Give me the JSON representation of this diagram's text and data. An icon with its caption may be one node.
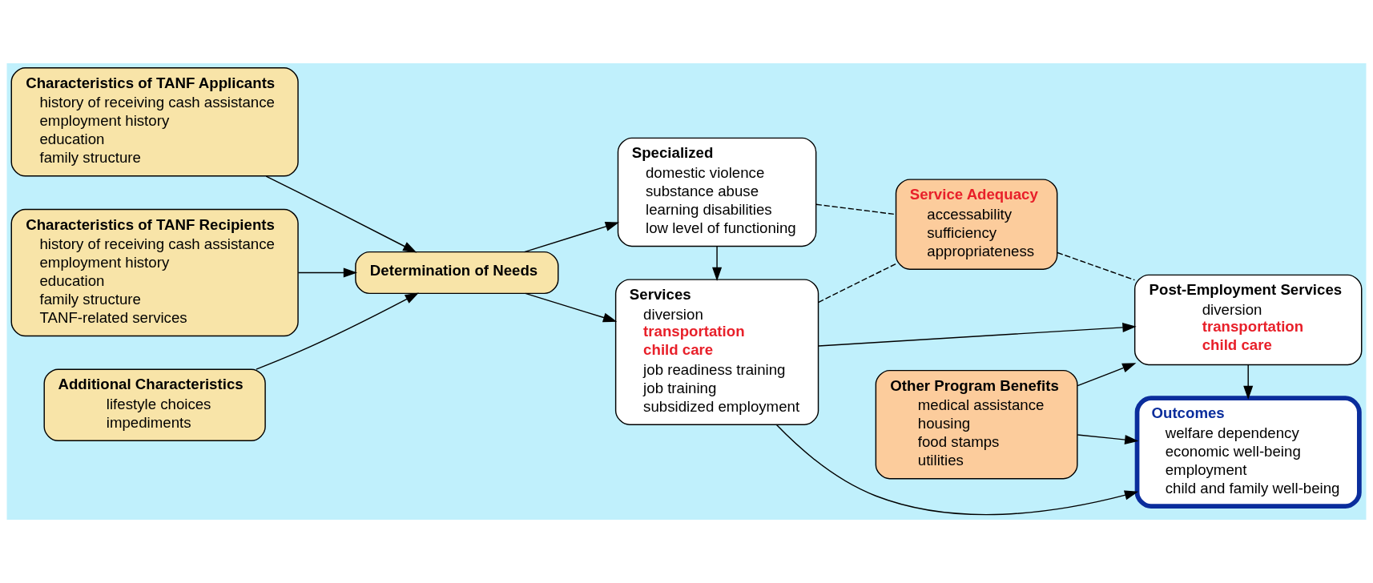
{
  "diagram": {
    "nodes": [
      {
        "text": [
          "Characteristics of TANF Applicants",
          "history of receiving cash assistance",
          "employment history",
          "education",
          "family structure"
        ]
      },
      {
        "text": [
          "Characteristics of TANF Recipients",
          "history of receiving cash assistance",
          "employment history",
          "education",
          "family structure",
          "TANF-related services"
        ]
      },
      {
        "text": [
          "Additional Characteristics",
          "lifestyle choices",
          "impediments"
        ]
      },
      {
        "text": [
          "Determination of Needs"
        ]
      },
      {
        "text": [
          "Services",
          "diversion",
          "transportation",
          "child care",
          "job readiness training",
          "job training",
          "subsidized employment"
        ]
      },
      {
        "text": [
          "Specialized",
          "domestic violence",
          "substance abuse",
          "learning disabilities",
          "low level of functioning"
        ]
      },
      {
        "text": [
          "Other Program Benefits",
          "medical assistance",
          "housing",
          "food stamps",
          "utilities"
        ]
      },
      {
        "text": [
          "Service Adequacy",
          "accessability",
          "sufficiency",
          "appropriateness"
        ]
      },
      {
        "text": [
          "Outcomes",
          "welfare dependency",
          "economic well-being",
          "employment",
          "child and family well-being"
        ]
      },
      {
        "text": [
          "Post-Employment Services",
          "diversion",
          "transportation",
          "child care"
        ]
      }
    ],
    "edges": [
      {
        "from": 0,
        "to": 3,
        "arrow": "to"
      },
      {
        "from": 1,
        "to": 3,
        "arrow": "to"
      },
      {
        "from": 2,
        "to": 3,
        "arrow": "to"
      },
      {
        "from": 3,
        "to": 4,
        "arrow": "to"
      },
      {
        "from": 3,
        "to": 5,
        "arrow": "to"
      },
      {
        "from": 5,
        "to": 4,
        "arrow": "to"
      },
      {
        "from": 4,
        "to": 8,
        "arrow": "to"
      },
      {
        "from": 6,
        "to": 8,
        "arrow": "to"
      },
      {
        "from": 4,
        "to": 9,
        "arrow": "to"
      },
      {
        "from": 6,
        "to": 9,
        "arrow": "to"
      },
      {
        "from": 9,
        "to": 8,
        "arrow": "to"
      },
      {
        "from": 4,
        "to": 7,
        "arrow": "none",
        "style": "dashed"
      },
      {
        "from": 5,
        "to": 7,
        "arrow": "none",
        "style": "dashed"
      },
      {
        "from": 7,
        "to": 9,
        "arrow": "none",
        "style": "dashed"
      }
    ]
  }
}
